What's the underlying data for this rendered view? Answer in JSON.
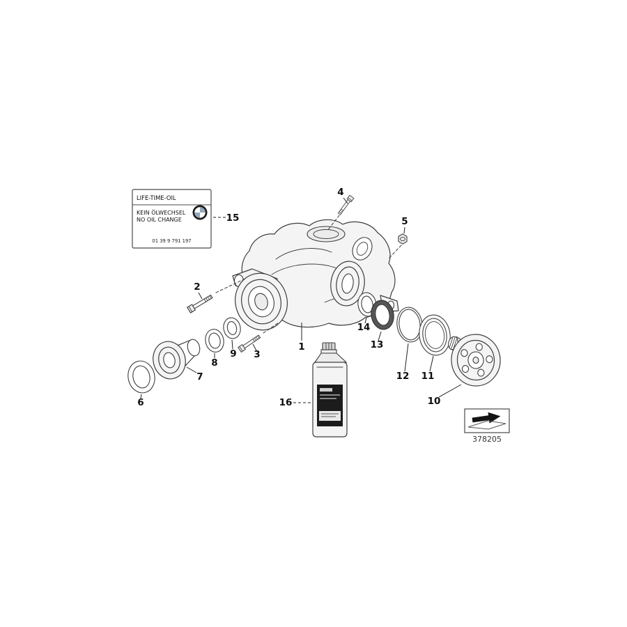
{
  "colors": {
    "line": "#3d3d3d",
    "part_fill": "#f4f4f4",
    "dark_seal": "#565656",
    "label_black": "#1c1c1c",
    "roundel_quadrant": "#93a9bd"
  },
  "callouts": [
    "1",
    "2",
    "3",
    "4",
    "5",
    "6",
    "7",
    "8",
    "9",
    "10",
    "11",
    "12",
    "13",
    "14",
    "15",
    "16"
  ],
  "label_sticker": {
    "title": "LIFE-TIME-OIL",
    "line1": "KEIN ÖLWECHSEL",
    "line2": "NO OIL CHANGE",
    "part_number": "01 39 9 791 197"
  },
  "footer": {
    "diagram_code": "378205"
  },
  "icons": {
    "bmw_roundel": "bmw-roundel-icon",
    "direction_arrow": "direction-arrow-icon",
    "oil_bottle": "oil-bottle"
  }
}
